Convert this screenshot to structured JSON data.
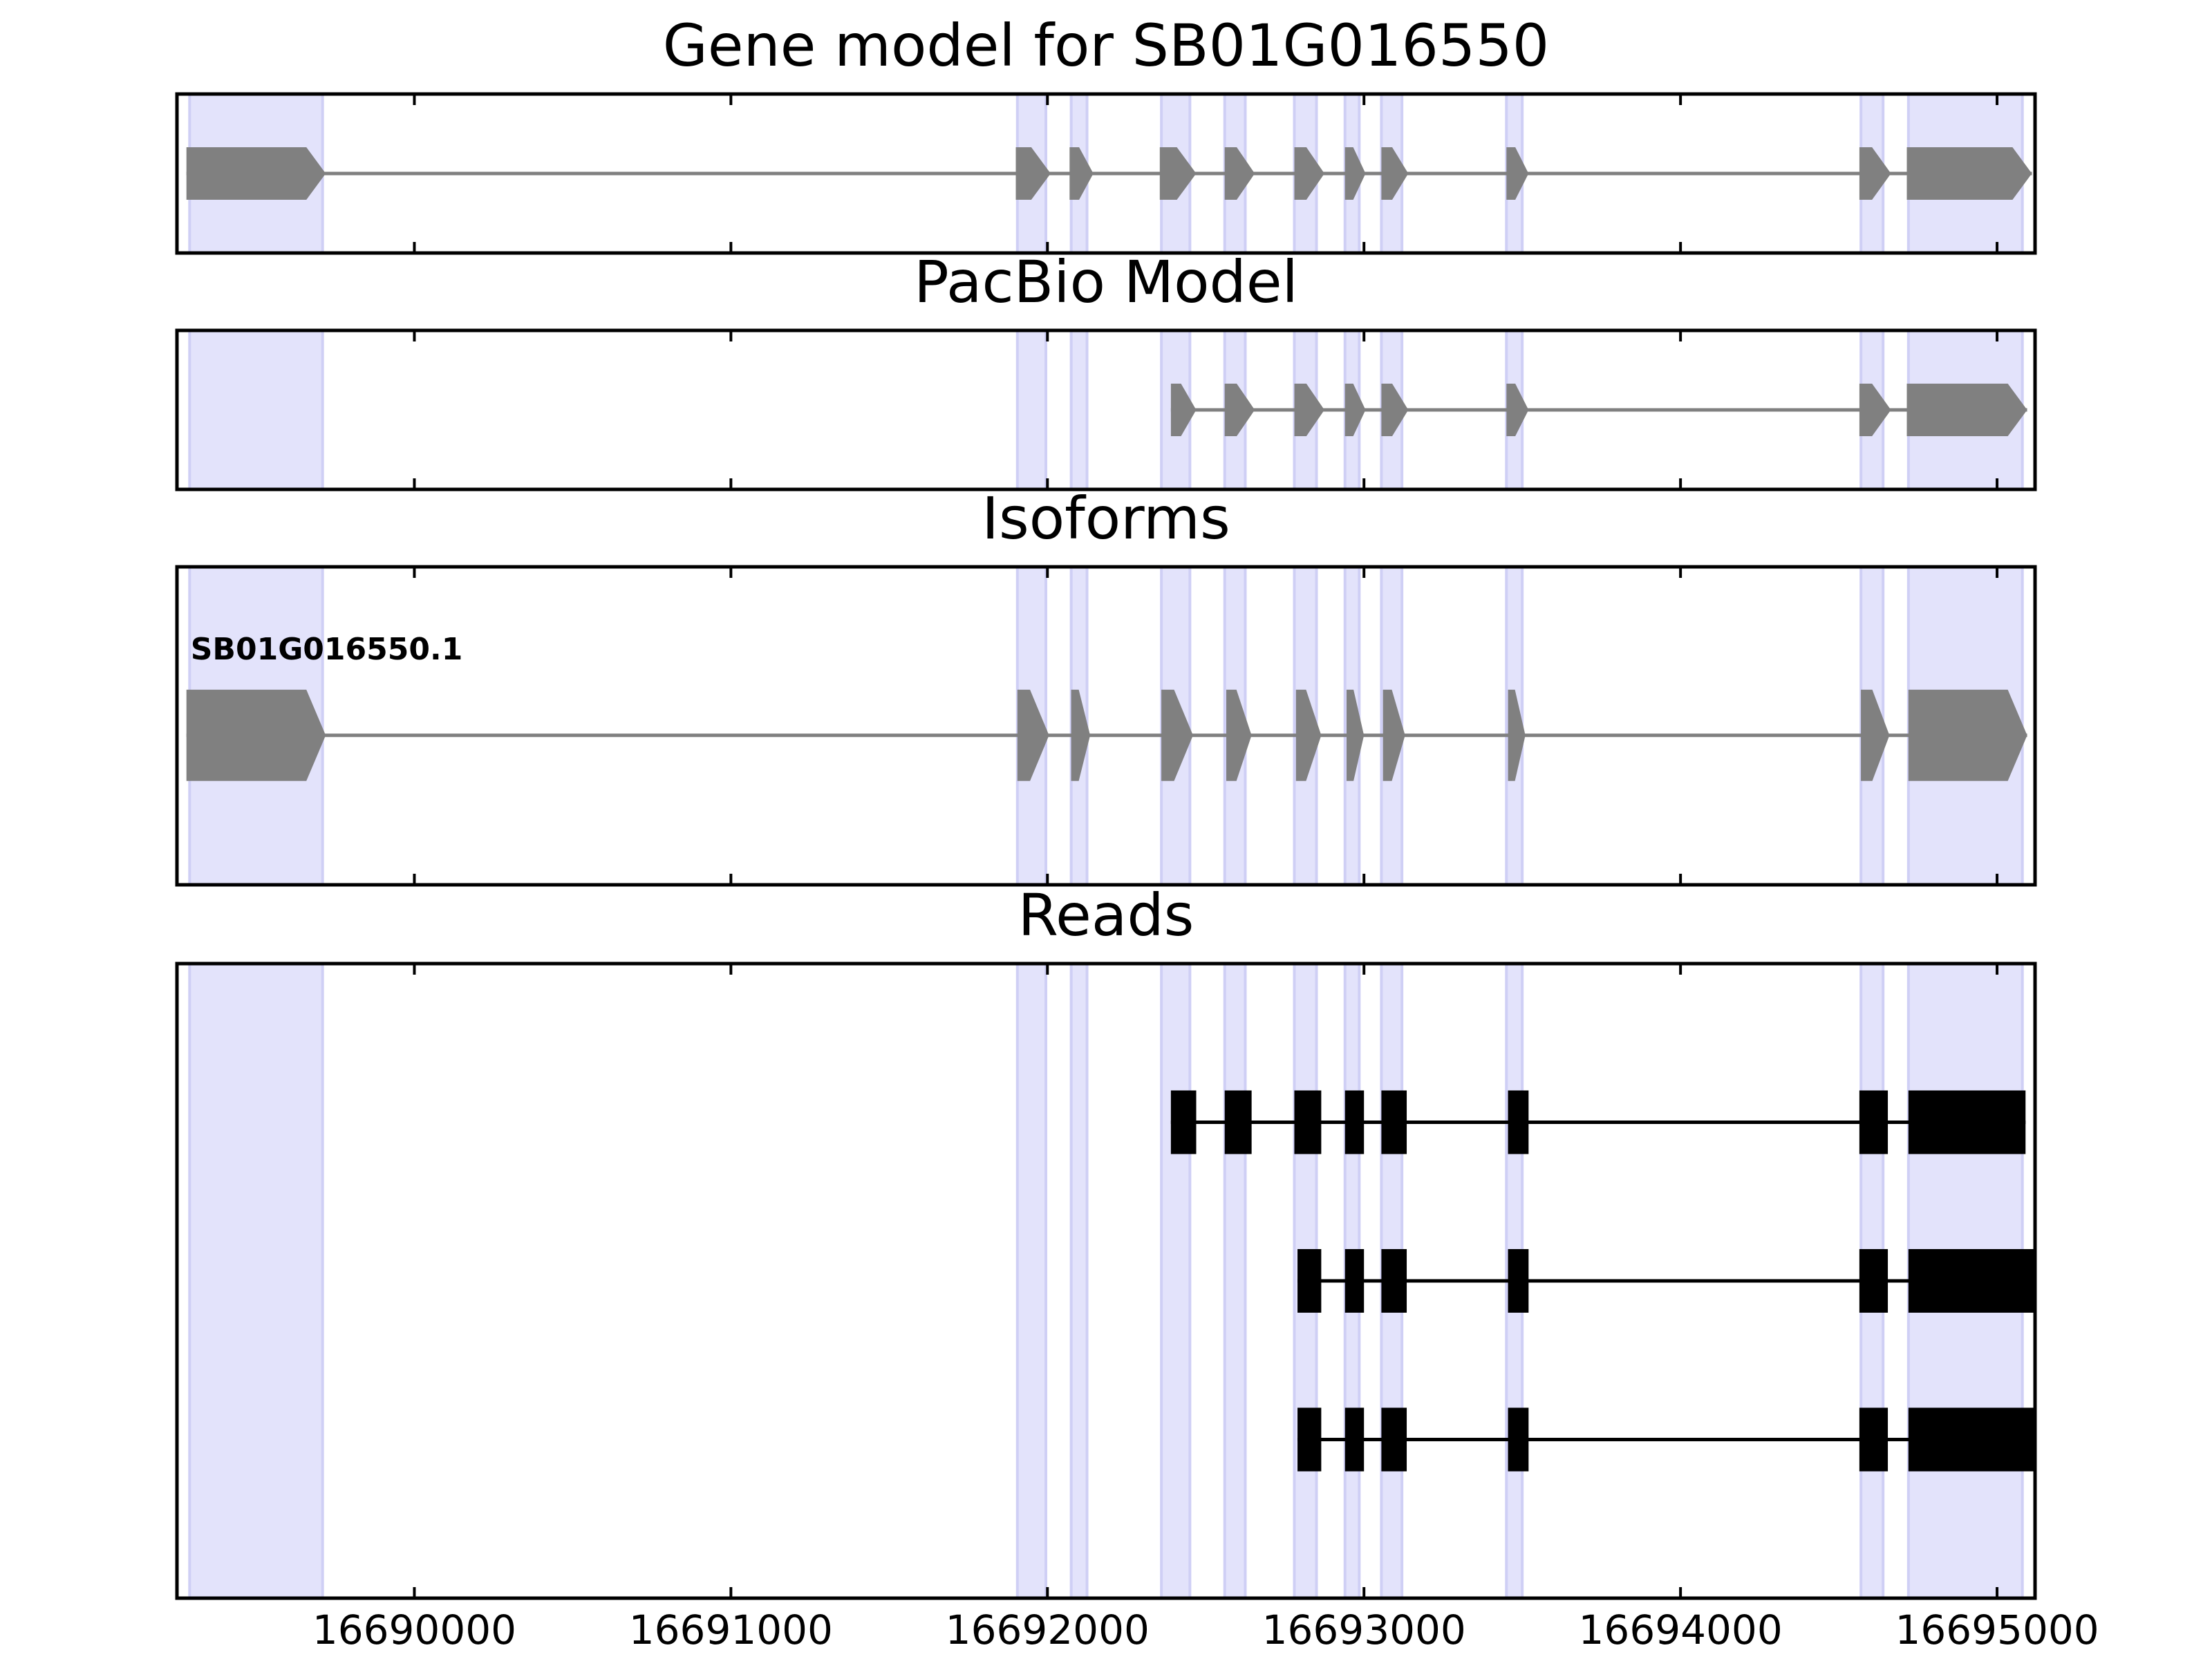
{
  "chart_data": {
    "type": "gene-structure",
    "xlim": [
      16689250,
      16695120
    ],
    "xticks": [
      16690000,
      16691000,
      16692000,
      16693000,
      16694000,
      16695000
    ],
    "tick_labels": [
      "16690000",
      "16691000",
      "16692000",
      "16693000",
      "16694000",
      "16695000"
    ],
    "colors": {
      "exon_model": "#808080",
      "exon_read": "#000000",
      "highlight": "#e3e3fb",
      "highlight_edge": "#cfcff5",
      "frame": "#000000"
    },
    "highlight_regions": [
      [
        16689290,
        16689710
      ],
      [
        16691905,
        16691995
      ],
      [
        16692075,
        16692125
      ],
      [
        16692360,
        16692450
      ],
      [
        16692560,
        16692625
      ],
      [
        16692780,
        16692850
      ],
      [
        16692940,
        16692985
      ],
      [
        16693055,
        16693120
      ],
      [
        16693450,
        16693500
      ],
      [
        16694570,
        16694640
      ],
      [
        16694720,
        16695080
      ]
    ],
    "panels": [
      {
        "title": "Gene model for SB01G016550",
        "kind": "gene",
        "tracks": [
          {
            "label": "",
            "exons": [
              [
                16689280,
                16689720
              ],
              [
                16691900,
                16692010
              ],
              [
                16692070,
                16692145
              ],
              [
                16692355,
                16692470
              ],
              [
                16692560,
                16692655
              ],
              [
                16692780,
                16692875
              ],
              [
                16692940,
                16693005
              ],
              [
                16693055,
                16693140
              ],
              [
                16693450,
                16693520
              ],
              [
                16694565,
                16694665
              ],
              [
                16694715,
                16695110
              ]
            ]
          }
        ]
      },
      {
        "title": "PacBio Model",
        "kind": "gene",
        "tracks": [
          {
            "label": "",
            "exons": [
              [
                16692390,
                16692470
              ],
              [
                16692560,
                16692655
              ],
              [
                16692780,
                16692875
              ],
              [
                16692940,
                16693005
              ],
              [
                16693055,
                16693140
              ],
              [
                16693450,
                16693520
              ],
              [
                16694565,
                16694665
              ],
              [
                16694715,
                16695095
              ]
            ]
          }
        ]
      },
      {
        "title": "Isoforms",
        "kind": "isoform",
        "tracks": [
          {
            "label": "SB01G016550.1",
            "exons": [
              [
                16689280,
                16689720
              ],
              [
                16691905,
                16692005
              ],
              [
                16692075,
                16692135
              ],
              [
                16692360,
                16692460
              ],
              [
                16692565,
                16692645
              ],
              [
                16692785,
                16692865
              ],
              [
                16692945,
                16693000
              ],
              [
                16693060,
                16693130
              ],
              [
                16693455,
                16693510
              ],
              [
                16694570,
                16694660
              ],
              [
                16694720,
                16695095
              ]
            ]
          }
        ]
      },
      {
        "title": "Reads",
        "kind": "reads",
        "tracks": [
          {
            "label": "",
            "exons": [
              [
                16692390,
                16692470
              ],
              [
                16692560,
                16692645
              ],
              [
                16692780,
                16692865
              ],
              [
                16692940,
                16693000
              ],
              [
                16693055,
                16693135
              ],
              [
                16693455,
                16693520
              ],
              [
                16694565,
                16694655
              ],
              [
                16694720,
                16695090
              ]
            ]
          },
          {
            "label": "",
            "exons": [
              [
                16692790,
                16692865
              ],
              [
                16692940,
                16693000
              ],
              [
                16693055,
                16693135
              ],
              [
                16693455,
                16693520
              ],
              [
                16694565,
                16694655
              ],
              [
                16694720,
                16695120
              ]
            ]
          },
          {
            "label": "",
            "exons": [
              [
                16692790,
                16692865
              ],
              [
                16692940,
                16693000
              ],
              [
                16693055,
                16693135
              ],
              [
                16693455,
                16693520
              ],
              [
                16694565,
                16694655
              ],
              [
                16694720,
                16695120
              ]
            ]
          }
        ]
      }
    ]
  }
}
